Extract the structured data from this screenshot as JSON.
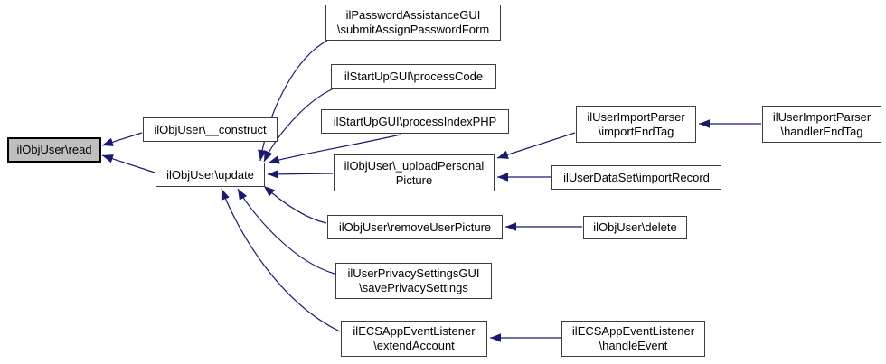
{
  "diagram": {
    "kind": "caller-graph",
    "highlighted_node": "ilObjUser\\read",
    "colors": {
      "edge": "#191970",
      "node_fill": "#ffffff",
      "node_border": "#3d3d3d",
      "highlight_fill": "#bfbfbf",
      "background": "#ffffff",
      "text": "#000000"
    }
  },
  "nodes": {
    "read": {
      "label": "ilObjUser\\read"
    },
    "construct": {
      "label": "ilObjUser\\__construct"
    },
    "update": {
      "label": "ilObjUser\\update"
    },
    "submit_assign_password_form": {
      "label": "ilPasswordAssistanceGUI\n\\submitAssignPasswordForm"
    },
    "process_code": {
      "label": "ilStartUpGUI\\processCode"
    },
    "process_index_php": {
      "label": "ilStartUpGUI\\processIndexPHP"
    },
    "upload_personal_picture": {
      "label": "ilObjUser\\_uploadPersonal\nPicture"
    },
    "import_end_tag": {
      "label": "ilUserImportParser\n\\importEndTag"
    },
    "handler_end_tag": {
      "label": "ilUserImportParser\n\\handlerEndTag"
    },
    "import_record": {
      "label": "ilUserDataSet\\importRecord"
    },
    "remove_user_picture": {
      "label": "ilObjUser\\removeUserPicture"
    },
    "delete": {
      "label": "ilObjUser\\delete"
    },
    "save_privacy_settings": {
      "label": "ilUserPrivacySettingsGUI\n\\savePrivacySettings"
    },
    "extend_account": {
      "label": "ilECSAppEventListener\n\\extendAccount"
    },
    "handle_event": {
      "label": "ilECSAppEventListener\n\\handleEvent"
    }
  },
  "edges": [
    {
      "from": "construct",
      "to": "read"
    },
    {
      "from": "update",
      "to": "read"
    },
    {
      "from": "submit_assign_password_form",
      "to": "update"
    },
    {
      "from": "process_code",
      "to": "update"
    },
    {
      "from": "process_index_php",
      "to": "update"
    },
    {
      "from": "upload_personal_picture",
      "to": "update"
    },
    {
      "from": "remove_user_picture",
      "to": "update"
    },
    {
      "from": "save_privacy_settings",
      "to": "update"
    },
    {
      "from": "extend_account",
      "to": "update"
    },
    {
      "from": "import_end_tag",
      "to": "upload_personal_picture"
    },
    {
      "from": "import_record",
      "to": "upload_personal_picture"
    },
    {
      "from": "handler_end_tag",
      "to": "import_end_tag"
    },
    {
      "from": "delete",
      "to": "remove_user_picture"
    },
    {
      "from": "handle_event",
      "to": "extend_account"
    }
  ]
}
